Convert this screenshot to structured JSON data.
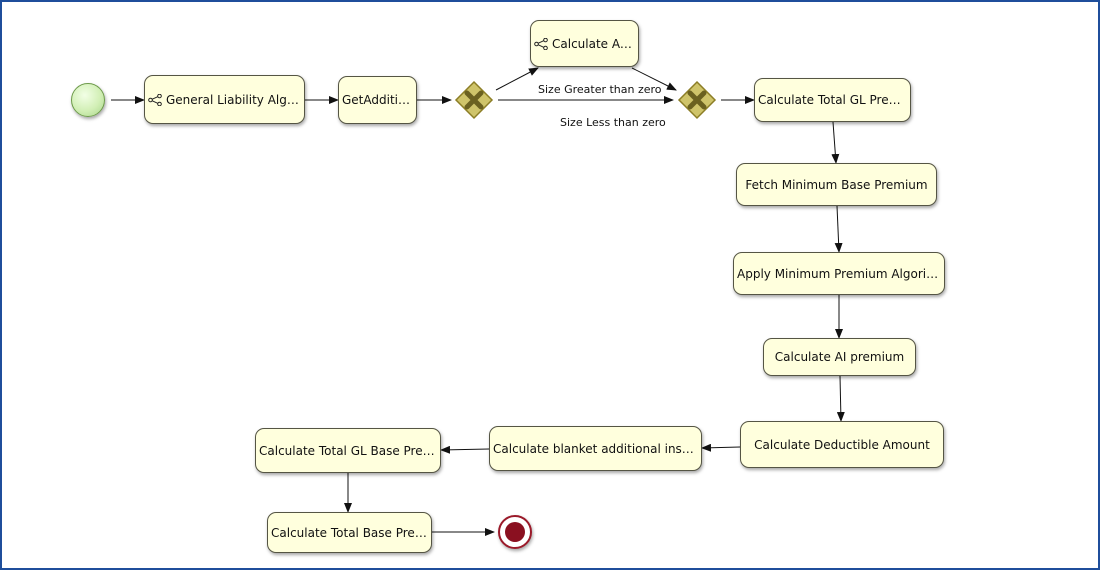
{
  "diagram": {
    "tasks": {
      "general_liability_algorithm": "General Liability Algorithm",
      "get_additional": "GetAdditiona...",
      "calculate_additional": "Calculate Addit...",
      "calculate_total_gl_premium": "Calculate Total GL Premium",
      "fetch_minimum_base_premium": "Fetch Minimum Base Premium",
      "apply_minimum_premium_algorithm": "Apply Minimum Premium Algorithm",
      "calculate_ai_premium": "Calculate AI premium",
      "calculate_deductible_amount": "Calculate Deductible Amount",
      "calculate_blanket_additional_insured": "Calculate blanket additional insured",
      "calculate_total_gl_base_premium": "Calculate Total GL Base Premium",
      "calculate_total_base_premium": "Calculate Total Base Premium"
    },
    "flow_labels": {
      "size_greater": "Size Greater than zero",
      "size_less": "Size Less than zero"
    },
    "icons": {
      "start_event": "start-event-icon",
      "end_event": "end-event-icon",
      "gateway": "exclusive-gateway-icon",
      "subprocess": "share-icon"
    },
    "colors": {
      "task_fill": "#ffffdd",
      "start_fill": "#d2efb6",
      "end_fill": "#8a1020",
      "gateway_fill": "#cfc46a",
      "frame": "#1f4e9b"
    }
  }
}
